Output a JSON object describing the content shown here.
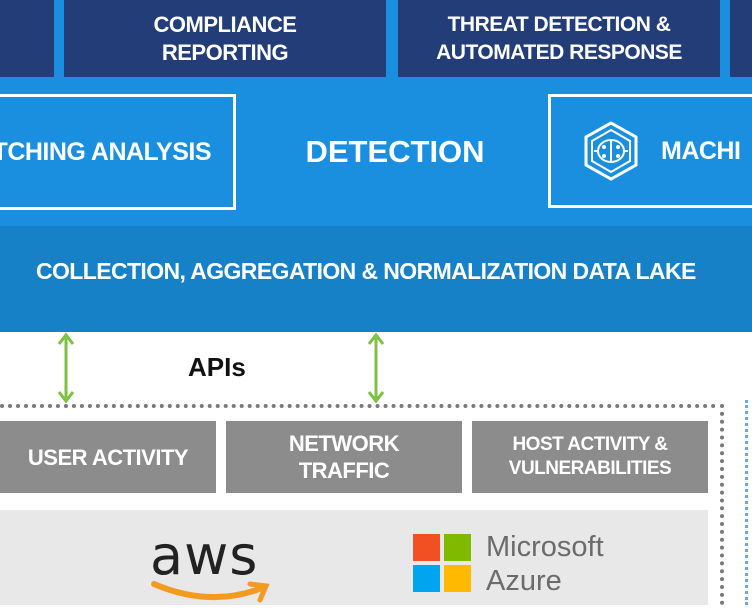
{
  "top_row": {
    "compliance": [
      "COMPLIANCE",
      "REPORTING"
    ],
    "threat": [
      "THREAT DETECTION &",
      "AUTOMATED RESPONSE"
    ]
  },
  "detection_row": {
    "matching": "TCHING ANALYSIS",
    "center": "DETECTION",
    "machine": "MACHI"
  },
  "lake": {
    "label": "COLLECTION, AGGREGATION & NORMALIZATION DATA LAKE"
  },
  "apis": {
    "label": "APIs"
  },
  "sources": {
    "user": "USER ACTIVITY",
    "network": [
      "NETWORK",
      "TRAFFIC"
    ],
    "host": [
      "HOST ACTIVITY &",
      "VULNERABILITIES"
    ]
  },
  "clouds": {
    "aws": "aws",
    "microsoft": [
      "Microsoft",
      "Azure"
    ]
  },
  "colors": {
    "navy": "#233d78",
    "blue": "#1a8fdf",
    "lake_blue": "#1781c8",
    "grey": "#8c8c8c",
    "arrow_green": "#7dc142",
    "aws_orange": "#f39a1f"
  }
}
